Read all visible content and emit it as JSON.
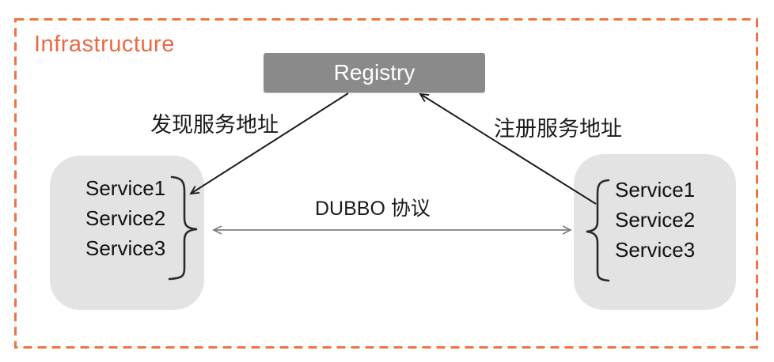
{
  "diagram": {
    "title": "Infrastructure",
    "registry": {
      "label": "Registry"
    },
    "left_box": {
      "services": [
        "Service1",
        "Service2",
        "Service3"
      ]
    },
    "right_box": {
      "services": [
        "Service1",
        "Service2",
        "Service3"
      ]
    },
    "edges": {
      "discover_label": "发现服务地址",
      "register_label": "注册服务地址",
      "protocol_label": "DUBBO 协议"
    },
    "colors": {
      "accent_orange": "#EA6A45",
      "border_orange": "#EE7440",
      "registry_gray": "#8A8A8A",
      "service_box_gray": "#E3E3E3",
      "arrow_black": "#1A1A1A",
      "arrow_gray": "#7F7F7F",
      "registry_text": "#FFFFFF"
    }
  }
}
